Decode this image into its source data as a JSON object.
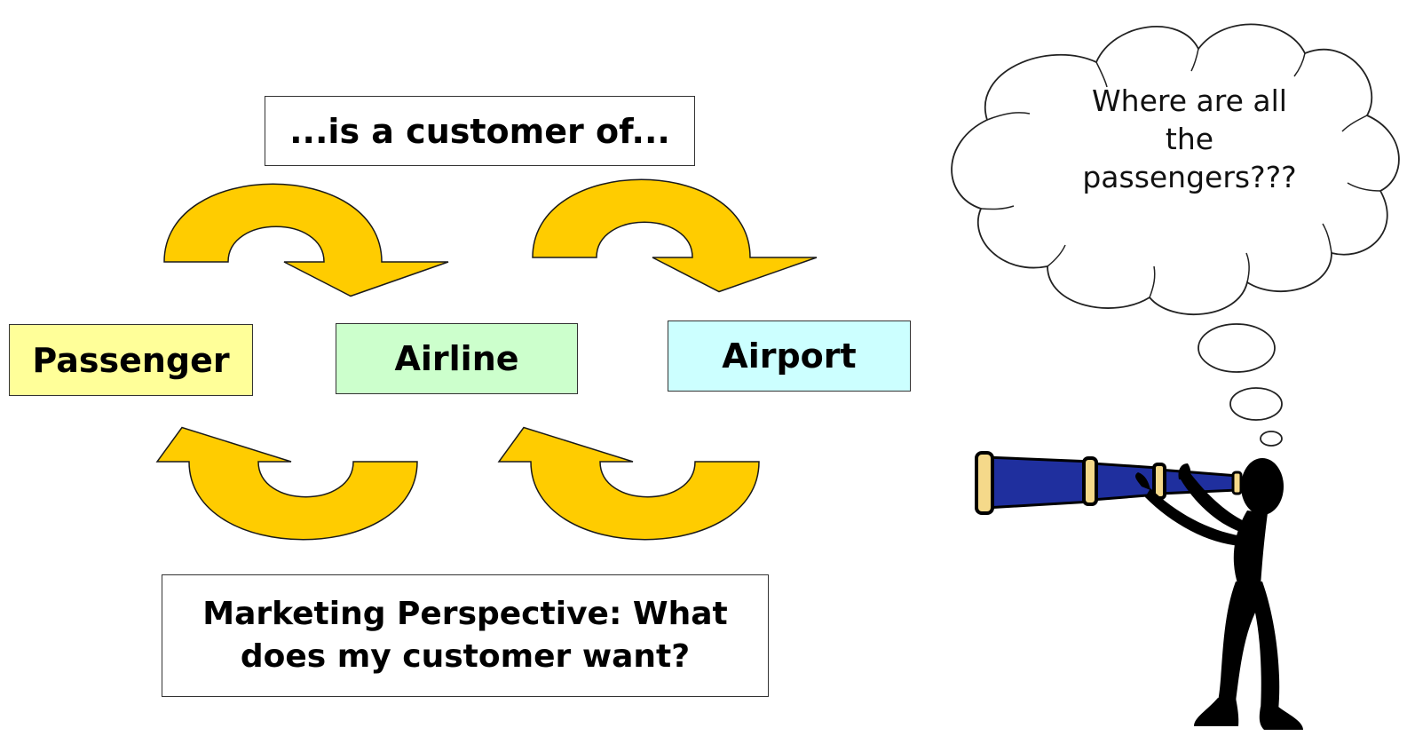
{
  "diagram": {
    "relation_label": "...is a customer of...",
    "nodes": [
      {
        "label": "Passenger",
        "fill": "#FFFF99"
      },
      {
        "label": "Airline",
        "fill": "#CCFFCC"
      },
      {
        "label": "Airport",
        "fill": "#CCFFFF"
      }
    ],
    "perspective_label": "Marketing Perspective: What\ndoes my customer want?",
    "arrow_color": "#FFCC00",
    "arrow_outline": "#1a1a1a"
  },
  "thought_bubble": {
    "text": "Where are all\nthe\npassengers???"
  },
  "figure": {
    "icons": [
      "stick-figure-icon",
      "telescope-icon",
      "thought-cloud-icon"
    ],
    "telescope_color": "#1F2F9E",
    "band_color": "#F5D98A"
  }
}
